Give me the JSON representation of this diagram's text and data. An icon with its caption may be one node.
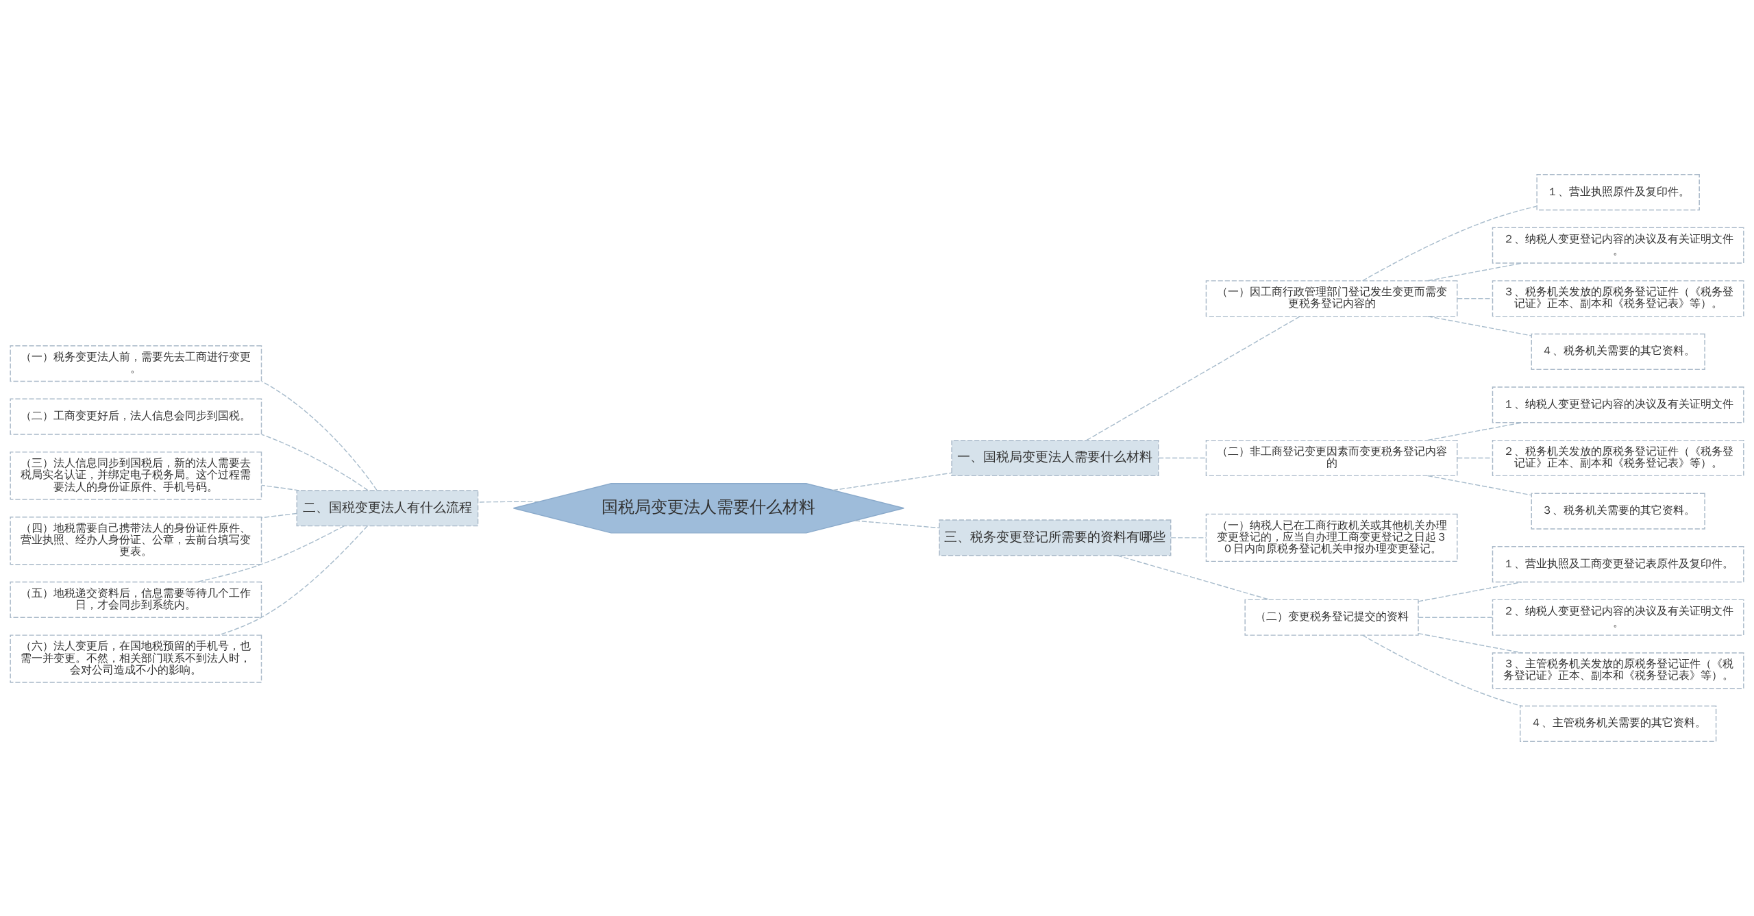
{
  "diagram": {
    "nodes": [
      {
        "text": [
          "国税局变更法人需要什么材料"
        ]
      },
      {
        "text": [
          "一、国税局变更法人需要什么材料"
        ]
      },
      {
        "text": [
          "（一）因工商行政管理部门登记发生变更而需变更税务登记内容的"
        ]
      },
      {
        "text": [
          "１、营业执照原件及复印件。"
        ]
      },
      {
        "text": [
          "２、纳税人变更登记内容的决议及有关证明文件。"
        ]
      },
      {
        "text": [
          "３、税务机关发放的原税务登记证件（《税务登记证》正本、副本和《税务登记表》等）。"
        ]
      },
      {
        "text": [
          "４、税务机关需要的其它资料。"
        ]
      },
      {
        "text": [
          "（二）非工商登记变更因素而变更税务登记内容的"
        ]
      },
      {
        "text": [
          "１、纳税人变更登记内容的决议及有关证明文件"
        ]
      },
      {
        "text": [
          "２、税务机关发放的原税务登记证件（《税务登记证》正本、副本和《税务登记表》等）。"
        ]
      },
      {
        "text": [
          "３、税务机关需要的其它资料。"
        ]
      },
      {
        "text": [
          "二、国税变更法人有什么流程"
        ]
      },
      {
        "text": [
          "（一）税务变更法人前，需要先去工商进行变更。"
        ]
      },
      {
        "text": [
          "（二）工商变更好后，法人信息会同步到国税。"
        ]
      },
      {
        "text": [
          "（三）法人信息同步到国税后，新的法人需要去税局实名认证，并绑定电子税务局。这个过程需要法人的身份证原件、手机号码。"
        ]
      },
      {
        "text": [
          "（四）地税需要自己携带法人的身份证件原件、营业执照、经办人身份证、公章，去前台填写变更表。"
        ]
      },
      {
        "text": [
          "（五）地税递交资料后，信息需要等待几个工作日，才会同步到系统内。"
        ]
      },
      {
        "text": [
          "（六）法人变更后，在国地税预留的手机号，也需一并变更。不然，相关部门联系不到法人时，会对公司造成不小的影响。"
        ]
      },
      {
        "text": [
          "三、税务变更登记所需要的资料有哪些"
        ]
      },
      {
        "text": [
          "（一）纳税人已在工商行政机关或其他机关办理变更登记的，应当自办理工商变更登记之日起３０日内向原税务登记机关申报办理变更登记。"
        ]
      },
      {
        "text": [
          "（二）变更税务登记提交的资料"
        ]
      },
      {
        "text": [
          "１、营业执照及工商变更登记表原件及复印件。"
        ]
      },
      {
        "text": [
          "２、纳税人变更登记内容的决议及有关证明文件。"
        ]
      },
      {
        "text": [
          "３、主管税务机关发放的原税务登记证件（《税务登记证》正本、副本和《税务登记表》等）。"
        ]
      },
      {
        "text": [
          "４、主管税务机关需要的其它资料。"
        ]
      }
    ],
    "edges": [
      {
        "from": 0,
        "to": 1,
        "arrow": "none"
      },
      {
        "from": 1,
        "to": 2,
        "arrow": "none"
      },
      {
        "from": 2,
        "to": 3,
        "arrow": "none"
      },
      {
        "from": 2,
        "to": 4,
        "arrow": "none"
      },
      {
        "from": 2,
        "to": 5,
        "arrow": "none"
      },
      {
        "from": 2,
        "to": 6,
        "arrow": "none"
      },
      {
        "from": 1,
        "to": 7,
        "arrow": "none"
      },
      {
        "from": 7,
        "to": 8,
        "arrow": "none"
      },
      {
        "from": 7,
        "to": 9,
        "arrow": "none"
      },
      {
        "from": 7,
        "to": 10,
        "arrow": "none"
      },
      {
        "from": 0,
        "to": 11,
        "arrow": "none"
      },
      {
        "from": 11,
        "to": 12,
        "arrow": "none"
      },
      {
        "from": 11,
        "to": 13,
        "arrow": "none"
      },
      {
        "from": 11,
        "to": 14,
        "arrow": "none"
      },
      {
        "from": 11,
        "to": 15,
        "arrow": "none"
      },
      {
        "from": 11,
        "to": 16,
        "arrow": "none"
      },
      {
        "from": 11,
        "to": 17,
        "arrow": "none"
      },
      {
        "from": 0,
        "to": 18,
        "arrow": "none"
      },
      {
        "from": 18,
        "to": 19,
        "arrow": "none"
      },
      {
        "from": 18,
        "to": 20,
        "arrow": "none"
      },
      {
        "from": 20,
        "to": 21,
        "arrow": "none"
      },
      {
        "from": 20,
        "to": 22,
        "arrow": "none"
      },
      {
        "from": 20,
        "to": 23,
        "arrow": "none"
      },
      {
        "from": 20,
        "to": 24,
        "arrow": "none"
      }
    ]
  }
}
